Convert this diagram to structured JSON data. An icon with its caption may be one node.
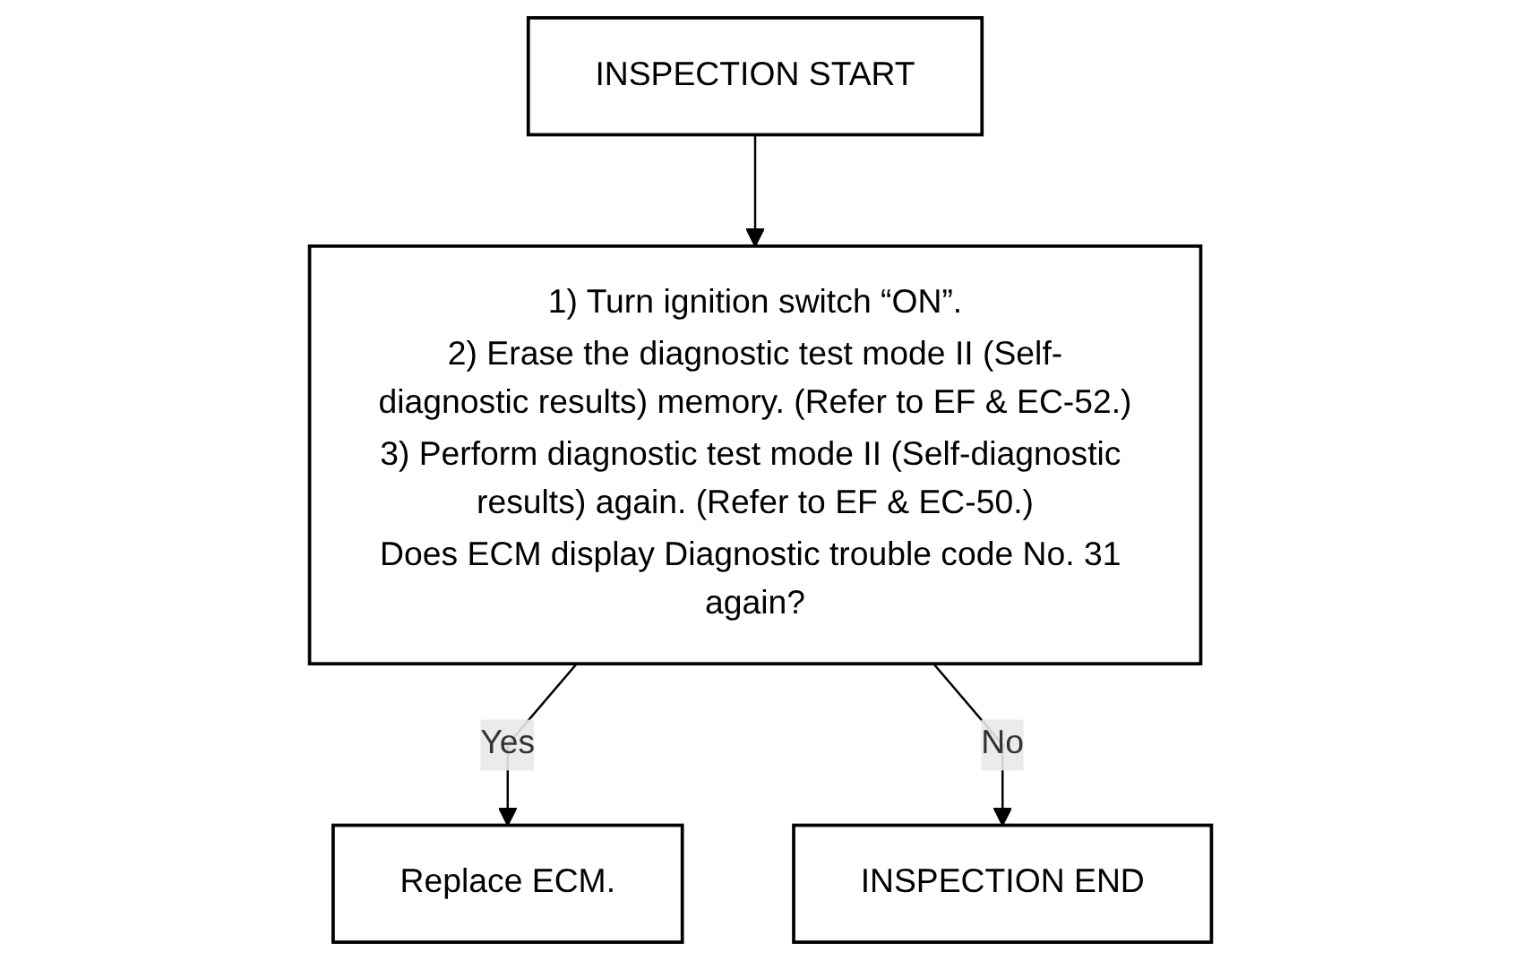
{
  "diagram": {
    "nodes": [
      {
        "text": [
          "INSPECTION START"
        ]
      },
      {
        "text": [
          "1) Turn ignition switch “ON”.",
          "2) Erase the diagnostic test mode II (Self-diagnostic results) memory. (Refer to EF & EC-52.)",
          "3) Perform diagnostic test mode II (Self-diagnostic results) again. (Refer to EF & EC-50.)",
          "Does ECM display Diagnostic trouble code No. 31 again?"
        ]
      },
      {
        "text": [
          "Replace ECM."
        ]
      },
      {
        "text": [
          "INSPECTION END"
        ]
      }
    ],
    "edges": [
      {
        "from": 0,
        "to": 1,
        "arrow": "to"
      },
      {
        "from": 1,
        "to": 2,
        "arrow": "to",
        "label": "Yes"
      },
      {
        "from": 1,
        "to": 3,
        "arrow": "to",
        "label": "No"
      }
    ]
  }
}
